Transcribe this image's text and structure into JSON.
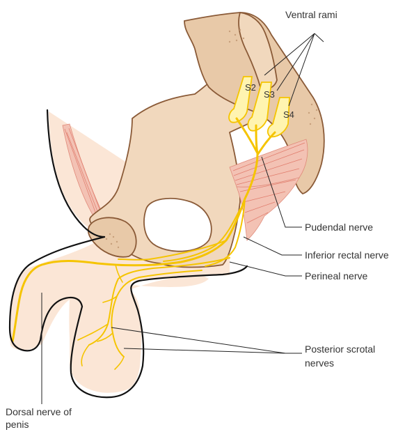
{
  "labels": {
    "ventral_rami": "Ventral rami",
    "s2": "S2",
    "s3": "S3",
    "s4": "S4",
    "pudendal_nerve": "Pudendal nerve",
    "inferior_rectal_nerve": "Inferior rectal nerve",
    "perineal_nerve": "Perineal nerve",
    "posterior_scrotal_line1": "Posterior scrotal",
    "posterior_scrotal_line2": "nerves",
    "dorsal_nerve_line1": "Dorsal nerve of",
    "dorsal_nerve_line2": "penis"
  },
  "colors": {
    "nerve": "#f5c400",
    "bone": "#f1d8bd",
    "skin": "#fbe6d6",
    "muscle": "#f3c2b4"
  }
}
